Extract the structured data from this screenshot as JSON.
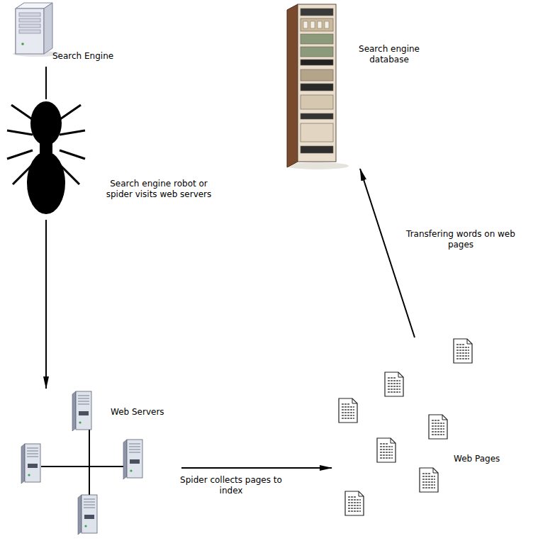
{
  "diagram": {
    "nodes": [
      {
        "text": [
          "Search Engine"
        ]
      },
      {
        "text": [
          "Search engine database"
        ]
      },
      {
        "text": [
          "Search engine robot or spider visits web servers"
        ]
      },
      {
        "text": [
          "Web Servers"
        ]
      },
      {
        "text": [
          "Web Pages"
        ]
      }
    ],
    "edges": [
      {
        "from": 0,
        "to": 2,
        "arrow": "none"
      },
      {
        "from": 2,
        "to": 3,
        "arrow": "to"
      },
      {
        "from": 3,
        "to": 4,
        "label": "Spider collects pages to index",
        "arrow": "to"
      },
      {
        "from": 4,
        "to": 1,
        "label": "Transfering words on web pages",
        "arrow": "to"
      }
    ]
  }
}
